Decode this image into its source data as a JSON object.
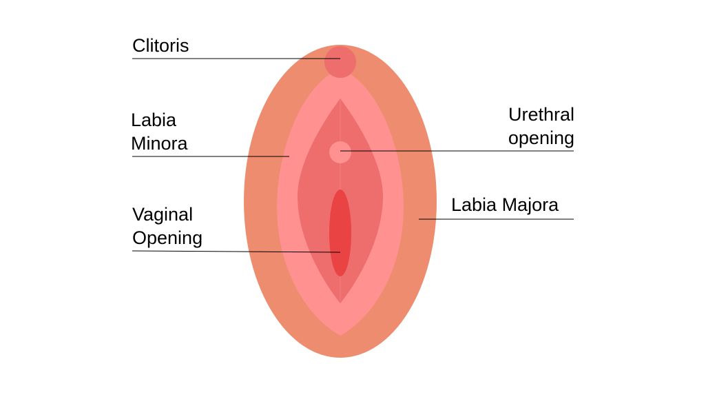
{
  "labels": {
    "clitoris": [
      "Clitoris"
    ],
    "labia_minora": [
      "Labia",
      "Minora"
    ],
    "vaginal_opening": [
      "Vaginal",
      "Opening"
    ],
    "urethral_opening": [
      "Urethral",
      "opening"
    ],
    "labia_majora": [
      "Labia Majora"
    ]
  },
  "colors": {
    "labia_majora": "#ED8C6E",
    "labia_minora": "#FF9191",
    "vestibule": "#EE6D6D",
    "clitoris": "#EE6D6D",
    "urethral_opening": "#FF9191",
    "vaginal_opening": "#EA4343",
    "leader_line": "#000000"
  }
}
